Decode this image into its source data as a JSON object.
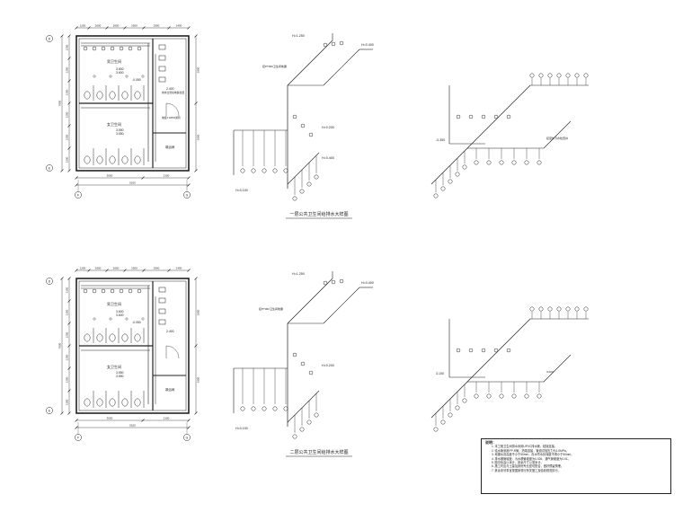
{
  "sheets": [
    {
      "id": "upper",
      "plan": {
        "dims_top": [
          "1200",
          "2600",
          "2600",
          "2500",
          "2900",
          "1400"
        ],
        "dims_left": [
          "1250",
          "1250",
          "1250",
          "1250",
          "1250",
          "1300"
        ],
        "dims_right": [
          "3900",
          "3900"
        ],
        "dims_bottom": [
          "3000",
          "2100",
          "5100"
        ],
        "total_left": "7800",
        "axis_bubbles": [
          "D",
          "E",
          "F",
          "G"
        ],
        "room_labels": [
          "男卫生间",
          "女卫生间",
          "淋浴间"
        ],
        "elevations": [
          "3.600",
          "3.600",
          "3.550",
          "3.550",
          "-0.050",
          "2.400"
        ],
        "note_pipes": [
          "排水立管接地漏位置",
          "坡度0.026%通风"
        ]
      },
      "diagram1": {
        "labels": [
          "H=1.250",
          "H=0.400",
          "H=0.200",
          "H=0.400",
          "H=0.100",
          "接PT000卫生间地漏"
        ],
        "title": "一层公共卫生间给排水大样图"
      },
      "diagram2": {
        "labels": [
          "-0.350",
          "接室外污水检查井"
        ]
      }
    },
    {
      "id": "lower",
      "plan": {
        "dims_top": [
          "1200",
          "2600",
          "2600",
          "2500",
          "2900",
          "1400"
        ],
        "dims_left": [
          "1250",
          "1250",
          "1250",
          "1250",
          "1250",
          "1300"
        ],
        "dims_right": [
          "3900",
          "3900"
        ],
        "dims_bottom": [
          "3000",
          "2100",
          "5100"
        ],
        "total_left": "7800",
        "axis_bubbles": [
          "D",
          "E",
          "F",
          "G"
        ],
        "room_labels": [
          "男卫生间",
          "女卫生间",
          "淋浴间"
        ],
        "elevations": [
          "3.600",
          "3.600",
          "3.550",
          "3.550",
          "-0.050",
          "2.400"
        ]
      },
      "diagram1": {
        "labels": [
          "H=1.250",
          "H=0.400",
          "H=0.200",
          "H=0.100",
          "接PT000卫生间地漏"
        ],
        "title": "二层公共卫生间给排水大样图"
      },
      "diagram2": {
        "labels": [
          "3.100",
          "3.000"
        ]
      }
    }
  ],
  "notes": {
    "title": "说明：",
    "items": [
      "1. 本工程卫生间排水采用UPVC排水管，粘接连接。",
      "2. 给水管采用PP-R管，热熔连接，管道试验压力为1.0MPa。",
      "3. 地漏水封高度不小于50mm，存水弯水封深度不得小于50mm。",
      "4. 排水横管坡度：污水横管坡度为0.026，通气管坡度为0.01。",
      "5. 图中标高以米计，其余尺寸以毫米计。",
      "6. 施工时应与土建及其他专业密切配合，做好预留预埋。",
      "7. 其余未尽事宜按国家现行有关施工及验收规范执行。"
    ]
  },
  "colors": {
    "line": "#222222",
    "background": "#ffffff"
  }
}
